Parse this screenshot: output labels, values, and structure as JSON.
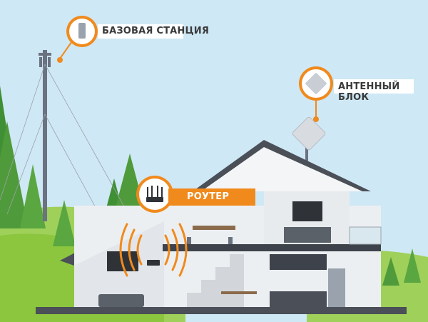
{
  "labels": {
    "base_station": "БАЗОВАЯ СТАНЦИЯ",
    "antenna_block": "АНТЕННЫЙ БЛОК",
    "router": "РОУТЕР"
  },
  "colors": {
    "accent_orange": "#f08a1c",
    "sky": "#cfe8f5",
    "grass": "#8cc63f",
    "tree": "#4f9a3a",
    "roof": "#4a4f58",
    "wall": "#eceff2"
  }
}
